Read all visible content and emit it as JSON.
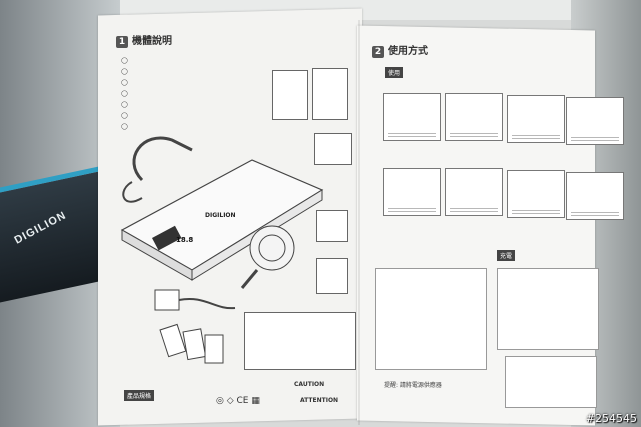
{
  "left_panel": {
    "section_number": "1",
    "section_title": "機體說明",
    "brand": "DIGILION",
    "screen_value": "18.8",
    "footer_title": "產品規格",
    "caution": "CAUTION",
    "attention": "ATTENTION"
  },
  "right_panel": {
    "section_number": "2",
    "section_title": "使用方式",
    "section_tag": "使用",
    "connect_tag": "充電",
    "note": "提醒: 請將電源供應器"
  },
  "device": {
    "brand": "DIGILION"
  },
  "watermark": "#254545"
}
